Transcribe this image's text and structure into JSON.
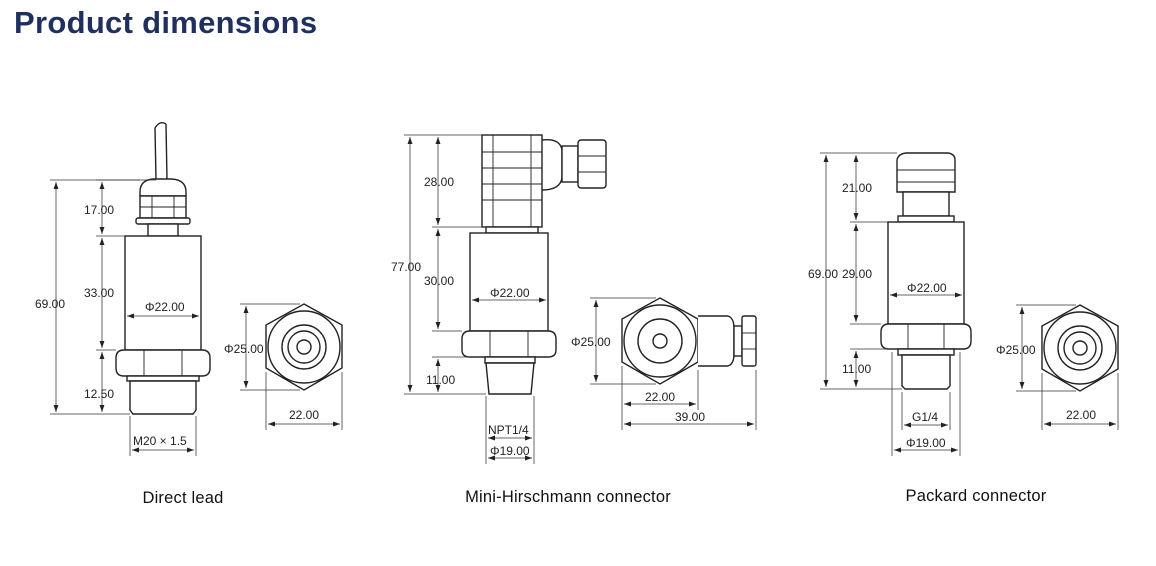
{
  "title": "Product dimensions",
  "colors": {
    "title": "#1f2f5e",
    "line": "#222222"
  },
  "direct_lead": {
    "caption": "Direct lead",
    "dims": {
      "total": "69.00",
      "top": "17.00",
      "body": "33.00",
      "thread": "12.50",
      "body_dia": "Φ22.00",
      "hex": "Φ25.00",
      "hex_flat": "22.00",
      "thread_spec": "M20 × 1.5"
    }
  },
  "mini_hirschmann": {
    "caption": "Mini-Hirschmann connector",
    "dims": {
      "total": "77.00",
      "connector": "28.00",
      "body": "30.00",
      "thread": "11.00",
      "body_dia": "Φ22.00",
      "hex": "Φ25.00",
      "hex_flat": "22.00",
      "side": "39.00",
      "thread_spec": "NPT1/4",
      "base_dia": "Φ19.00"
    }
  },
  "packard": {
    "caption": "Packard connector",
    "dims": {
      "total": "69.00",
      "connector": "21.00",
      "body": "29.00",
      "thread": "11.00",
      "body_dia": "Φ22.00",
      "hex": "Φ25.00",
      "hex_flat": "22.00",
      "thread_spec": "G1/4",
      "base_dia": "Φ19.00"
    }
  }
}
